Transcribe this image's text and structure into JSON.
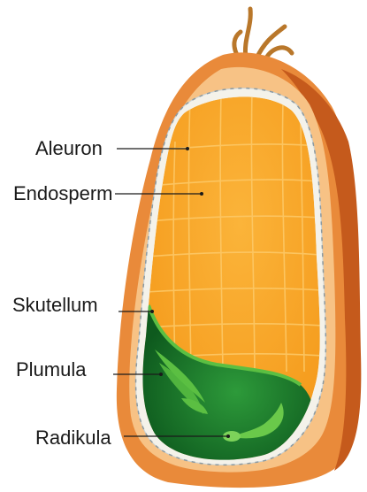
{
  "labels": {
    "aleuron": "Aleuron",
    "endosperm": "Endosperm",
    "skutellum": "Skutellum",
    "plumula": "Plumula",
    "radikula": "Radikula"
  },
  "colors": {
    "hull_dark": "#c55a1c",
    "hull_mid": "#e98a3a",
    "aleuron_band": "#f6b979",
    "endosperm": "#f9ab2a",
    "endosperm_line": "#fbbd57",
    "embryo_dark": "#136b26",
    "embryo_light": "#5bbf42",
    "hair": "#b9772a"
  }
}
